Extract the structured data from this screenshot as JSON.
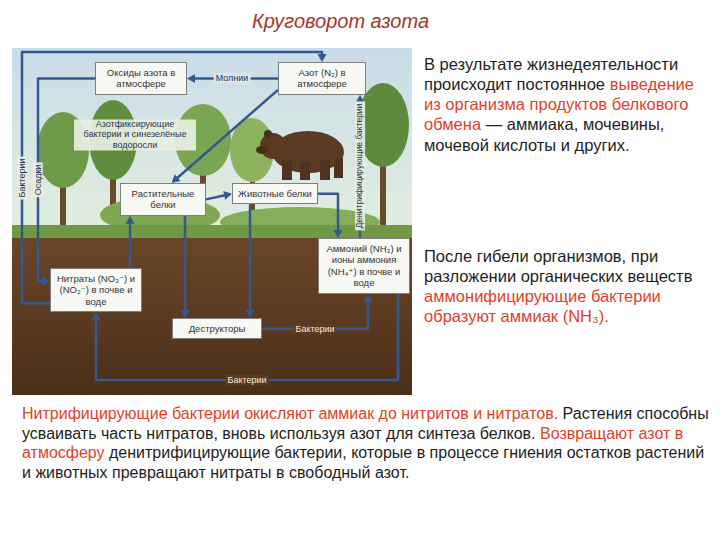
{
  "diagram": {
    "title": "Круговорот азота",
    "nodes": [
      {
        "text": [
          "Оксиды азота в атмосфере"
        ]
      },
      {
        "text": [
          "Азот (N₂) в атмосфере"
        ]
      },
      {
        "text": [
          "Растительные белки"
        ]
      },
      {
        "text": [
          "Животные белки"
        ]
      },
      {
        "text": [
          "Нитраты (NO₃⁻) и (NO₂⁻) в почве и воде"
        ]
      },
      {
        "text": [
          "Аммоний (NH₃) и ионы аммония (NH₄⁺) в почве и воде"
        ]
      },
      {
        "text": [
          "Деструкторы"
        ]
      }
    ],
    "edges": [
      {
        "from": 1,
        "to": 0,
        "arrow": "to",
        "label": "Молнии"
      },
      {
        "from": 0,
        "to": 4,
        "arrow": "to",
        "label": "Осадки"
      },
      {
        "from": 4,
        "to": 1,
        "arrow": "to",
        "label": "Бактерии"
      },
      {
        "from": 1,
        "to": 2,
        "arrow": "to",
        "label": "Азотфиксирующие бактерии и синезелёные водоросли"
      },
      {
        "from": 5,
        "to": 1,
        "arrow": "to",
        "label": "Денитрифицирующие бактерии"
      },
      {
        "from": 2,
        "to": 3,
        "arrow": "to"
      },
      {
        "from": 4,
        "to": 2,
        "arrow": "to"
      },
      {
        "from": 2,
        "to": 6,
        "arrow": "to"
      },
      {
        "from": 3,
        "to": 6,
        "arrow": "to"
      },
      {
        "from": 3,
        "to": 5,
        "arrow": "to"
      },
      {
        "from": 6,
        "to": 5,
        "arrow": "to",
        "label": "Бактерии"
      },
      {
        "from": 5,
        "to": 4,
        "arrow": "to",
        "label": "Бактерии"
      }
    ],
    "labels": [
      "В результате жизнедеятельности происходит постоянное",
      "выведение из организма продуктов белкового обмена",
      "— аммиака, мочевины, мочевой кислоты и других.",
      "После гибели организмов, при разложении органических веществ",
      "аммонифицирующие бактерии образуют аммиак (NH₃).",
      "Нитрифицирующие бактерии окисляют аммиак до нитритов и нитратов.",
      "Растения способны усваивать часть нитратов, вновь используя азот для синтеза белков.",
      "Возвращают азот в атмосферу",
      "денитрифицирующие бактерии, которые в процессе гниения остатков растений и животных превращают нитраты в свободный азот."
    ]
  }
}
